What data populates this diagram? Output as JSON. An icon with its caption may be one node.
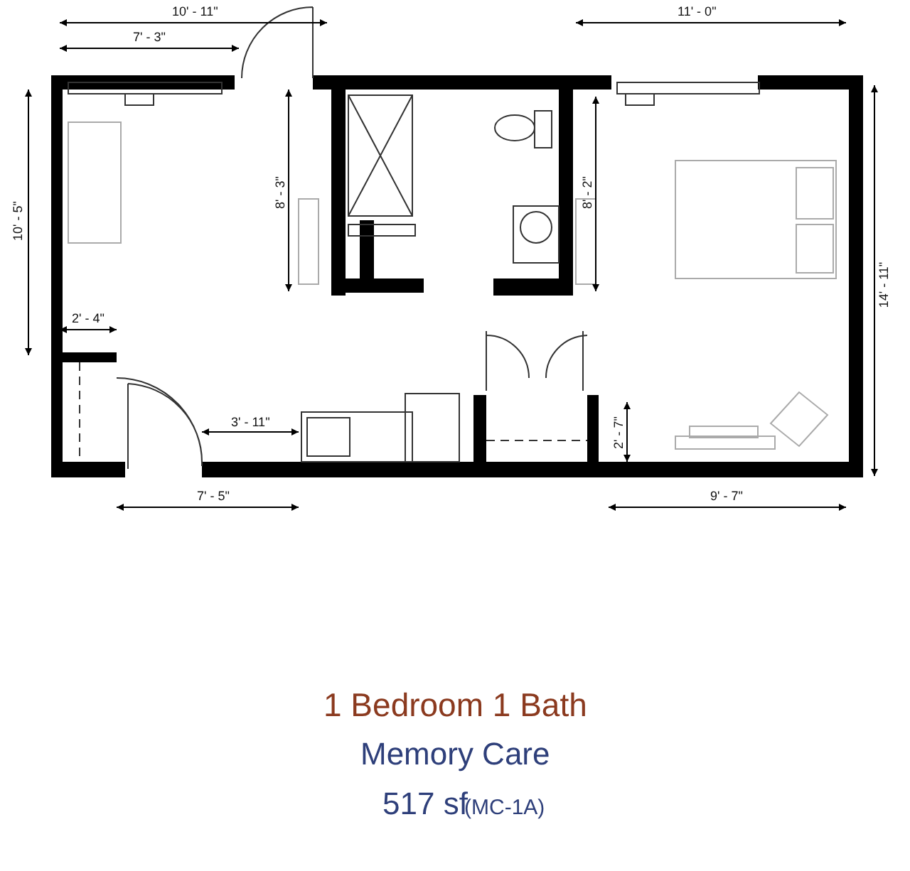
{
  "diagram": {
    "title": "1 Bedroom 1 Bath",
    "labels": [
      "10' - 11\"",
      "7' - 3\"",
      "11' - 0\"",
      "10' - 5\"",
      "8' - 3\"",
      "8' - 2\"",
      "14' - 11\"",
      "2' - 4\"",
      "3' - 11\"",
      "2' - 7\"",
      "7' - 5\"",
      "9' - 7\"",
      "Memory Care",
      "517 sf",
      "(MC-1A)"
    ]
  }
}
